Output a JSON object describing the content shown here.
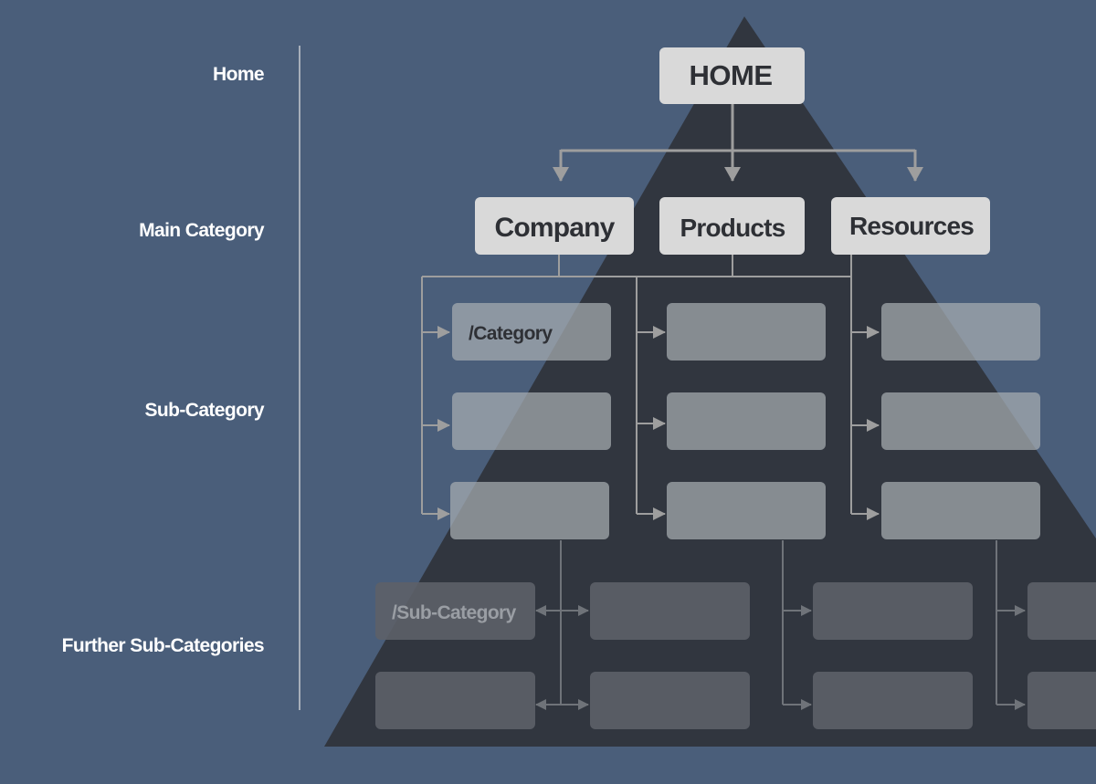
{
  "levels": {
    "home": "Home",
    "main": "Main Category",
    "sub": "Sub-Category",
    "further": "Further Sub-Categories"
  },
  "nodes": {
    "home": "HOME",
    "main": [
      "Company",
      "Products",
      "Resources"
    ],
    "sub_example": "/Category",
    "further_example": "/Sub-Category"
  },
  "colors": {
    "background": "#4a5e7a",
    "pyramid": "#31363f",
    "main_box": "#d9d9d9",
    "sub_box": "#9a9ea4",
    "further_box": "#5d6068",
    "connector": "#9e9e9e",
    "label_text": "#ffffff"
  }
}
